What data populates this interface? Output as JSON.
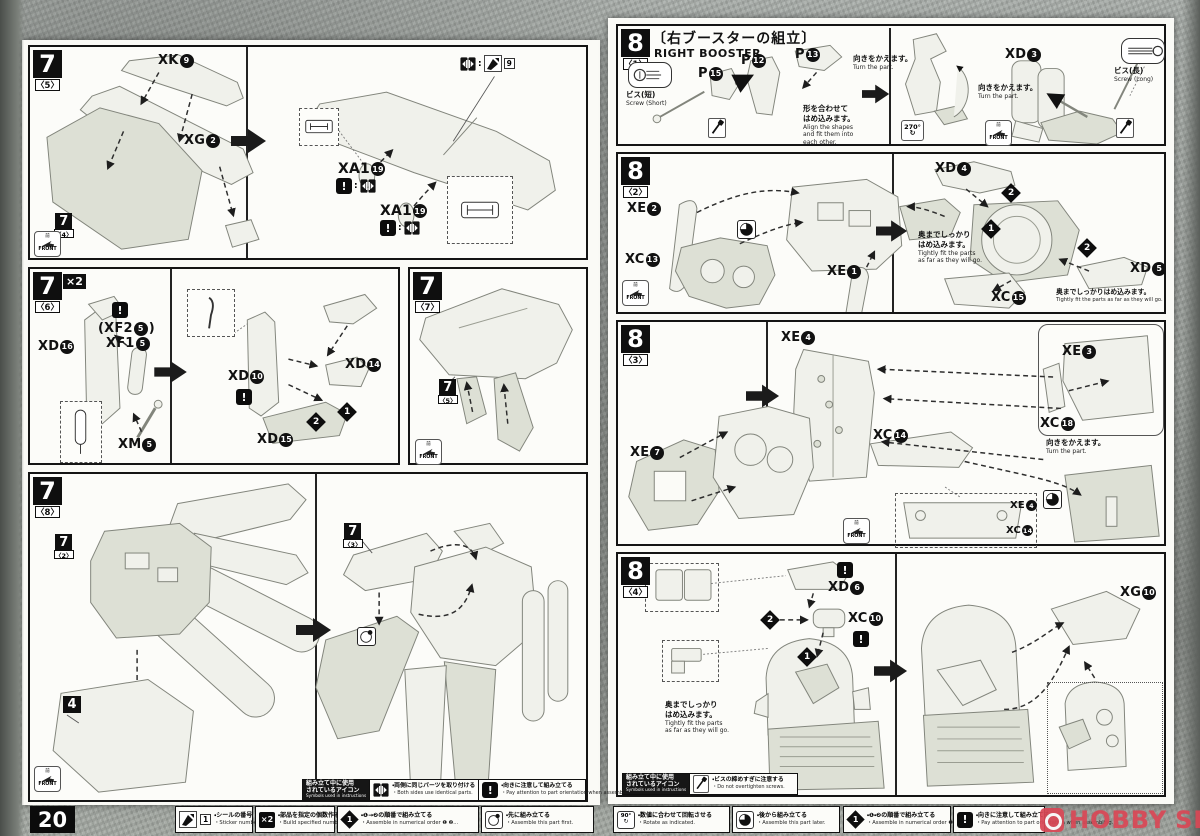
{
  "page_number": "20",
  "logo": {
    "hobby": "HOBBY",
    "search": "SEARCH"
  },
  "common": {
    "front": "FRONT",
    "front_kanji": "前",
    "colon": ":",
    "bang": "!",
    "x2": "×2",
    "deg270": "270°",
    "deg90": "90°",
    "rotate_glyph": "↻",
    "one": "1",
    "two": "2",
    "sticker_one": "1"
  },
  "legend_header": {
    "jp1": "組み立て中に使用",
    "jp2": "されているアイコン",
    "en": "Symbols used in instructions"
  },
  "legends": {
    "both_sides": {
      "jp": "・両側に同じパーツを取り付ける",
      "en": "・Both sides use identical parts."
    },
    "orientation": {
      "jp": "・向きに注意して組み立てる",
      "en": "・Pay attention to part orientation when assembling."
    },
    "screws": {
      "jp": "・ビスの締めすぎに注意する",
      "en": "・Do not overtighten screws."
    }
  },
  "notes": {
    "turn": {
      "jp": "向きをかえます。",
      "en": "Turn the part."
    },
    "align": {
      "jp1": "形を合わせて",
      "jp2": "はめ込みます。",
      "en1": "Align the shapes",
      "en2": "and fit them into",
      "en3": "each other."
    },
    "tight": {
      "jp1": "奥までしっかり",
      "jp2": "はめ込みます。",
      "en1": "Tightly fit the parts",
      "en2": "as far as they will go."
    },
    "tight_inline": {
      "jp": "奥までしっかりはめ込みます。",
      "en": "Tightly fit the parts as far as they will go."
    },
    "screw_short": {
      "jp": "ビス(短)",
      "en": "Screw (Short)"
    },
    "screw_long": {
      "jp": "ビス(長)",
      "en": "Screw (Long)"
    }
  },
  "steps": {
    "s75": {
      "num": "7",
      "sub": "〈5〉",
      "xk": {
        "c": "XK",
        "n": "9"
      },
      "xg": {
        "c": "XG",
        "n": "2"
      },
      "xa1": {
        "c": "XA1",
        "n": "19"
      },
      "xa2": {
        "c": "XA1",
        "n": "19"
      },
      "ref": {
        "num": "7",
        "sub": "〈4〉"
      },
      "sticker_n": "9"
    },
    "s76": {
      "num": "7",
      "sub": "〈6〉",
      "count": "×2",
      "xd16": {
        "c": "XD",
        "n": "16"
      },
      "xf2_pre": "(XF2",
      "xf2_n": "5",
      "xf2_post": ")",
      "xf1": {
        "c": "XF1",
        "n": "5"
      },
      "xm5": {
        "c": "XM",
        "n": "5"
      },
      "xd10": {
        "c": "XD",
        "n": "10"
      },
      "xd14": {
        "c": "XD",
        "n": "14"
      },
      "xd15": {
        "c": "XD",
        "n": "15"
      }
    },
    "s77": {
      "num": "7",
      "sub": "〈7〉",
      "ref": {
        "num": "7",
        "sub": "〈5〉"
      }
    },
    "s78": {
      "num": "7",
      "sub": "〈8〉",
      "ref2": {
        "num": "7",
        "sub": "〈2〉"
      },
      "ref3": {
        "num": "7",
        "sub": "〈3〉"
      },
      "ref4": "4"
    },
    "s81": {
      "num": "8",
      "sub": "〈1〉",
      "title_jp": "〔右ブースターの組立〕",
      "title_en": "RIGHT BOOSTER",
      "p15": {
        "c": "P",
        "n": "15"
      },
      "p12": {
        "c": "P",
        "n": "12"
      },
      "p13": {
        "c": "P",
        "n": "13"
      },
      "xd3": {
        "c": "XD",
        "n": "3"
      }
    },
    "s82": {
      "num": "8",
      "sub": "〈2〉",
      "xe2": {
        "c": "XE",
        "n": "2"
      },
      "xc13": {
        "c": "XC",
        "n": "13"
      },
      "xe1": {
        "c": "XE",
        "n": "1"
      },
      "xd4": {
        "c": "XD",
        "n": "4"
      },
      "xd5": {
        "c": "XD",
        "n": "5"
      },
      "xc15": {
        "c": "XC",
        "n": "15"
      }
    },
    "s83": {
      "num": "8",
      "sub": "〈3〉",
      "xe4": {
        "c": "XE",
        "n": "4"
      },
      "xe7": {
        "c": "XE",
        "n": "7"
      },
      "xc14": {
        "c": "XC",
        "n": "14"
      },
      "xe3": {
        "c": "XE",
        "n": "3"
      },
      "xc18": {
        "c": "XC",
        "n": "18"
      },
      "cb_xe4": {
        "c": "XE",
        "n": "4"
      },
      "cb_xc14": {
        "c": "XC",
        "n": "14"
      }
    },
    "s84": {
      "num": "8",
      "sub": "〈4〉",
      "xd6": {
        "c": "XD",
        "n": "6"
      },
      "xc10": {
        "c": "XC",
        "n": "10"
      },
      "xg10": {
        "c": "XG",
        "n": "10"
      }
    }
  },
  "footer": {
    "cells": [
      {
        "jp": "・シールの番号",
        "en": "・Sticker number"
      },
      {
        "jp": "・部品を指定の個数作る",
        "en": "・Build specified number of parts."
      },
      {
        "jp": "・❶→❷の順番で組み立てる",
        "en": "・Assemble in numerical order ❶ ❷..."
      },
      {
        "jp": "・先に組み立てる",
        "en": "・Assemble this part first."
      },
      {
        "jp": "・数値に合わせて回転させる",
        "en": "・Rotate as indicated."
      },
      {
        "jp": "・後から組み立てる",
        "en": "・Assemble this part later."
      },
      {
        "jp": "・❶・❷の順番で組み立てる",
        "en": "・Assemble in numerical order ❶ ❷..."
      },
      {
        "jp": "・向きに注意して組み立てる",
        "en": "・Pay attention to part orientation when assembling."
      }
    ]
  }
}
